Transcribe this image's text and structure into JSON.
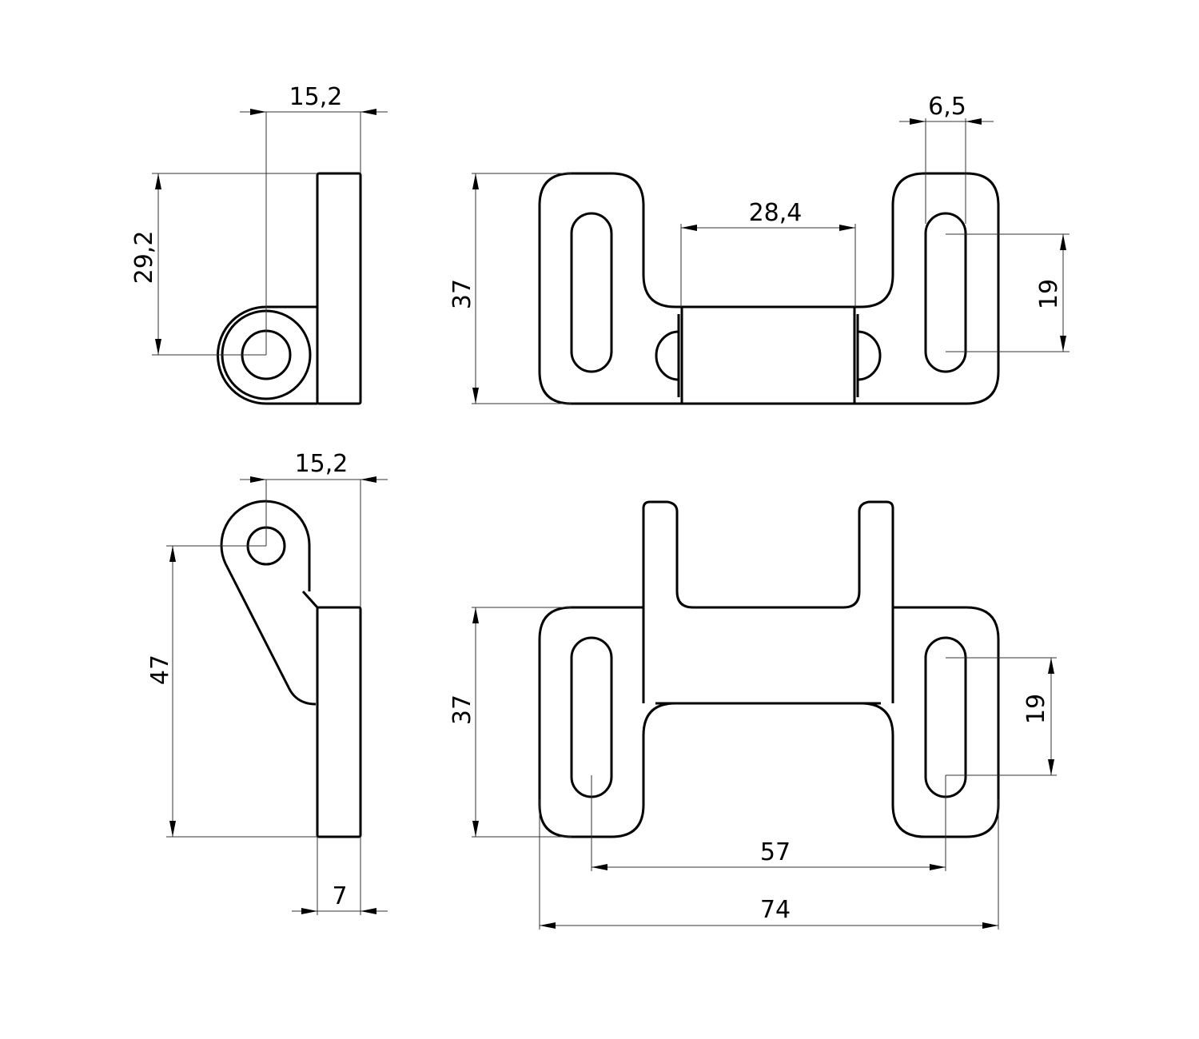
{
  "dimensions": {
    "top_left_width": "15,2",
    "top_left_height": "29,2",
    "top_right_height": "37",
    "top_right_roller": "28,4",
    "top_right_slot_width": "6,5",
    "top_right_slot_length": "19",
    "bottom_left_width": "15,2",
    "bottom_left_height": "47",
    "bottom_left_thickness": "7",
    "bottom_right_height": "37",
    "bottom_right_slot_length": "19",
    "bottom_right_hole_spacing": "57",
    "bottom_right_overall_width": "74"
  },
  "colors": {
    "line": "#000000",
    "dimension": "#333333"
  }
}
